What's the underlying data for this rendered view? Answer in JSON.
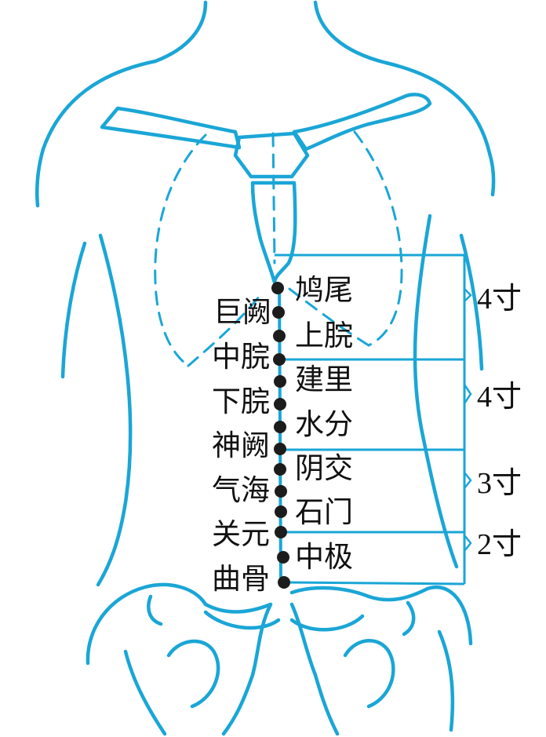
{
  "points_right": [
    "鸠尾",
    "上脘",
    "建里",
    "水分",
    "阴交",
    "石门",
    "中极"
  ],
  "points_left": [
    "巨阙",
    "中脘",
    "下脘",
    "神阙",
    "气海",
    "关元",
    "曲骨"
  ],
  "measurements": [
    "4寸",
    "4寸",
    "3寸",
    "2寸"
  ],
  "colors": {
    "anatomy": "#1aa6d6",
    "acupoint": "#1c1c1c",
    "text": "#111111"
  }
}
